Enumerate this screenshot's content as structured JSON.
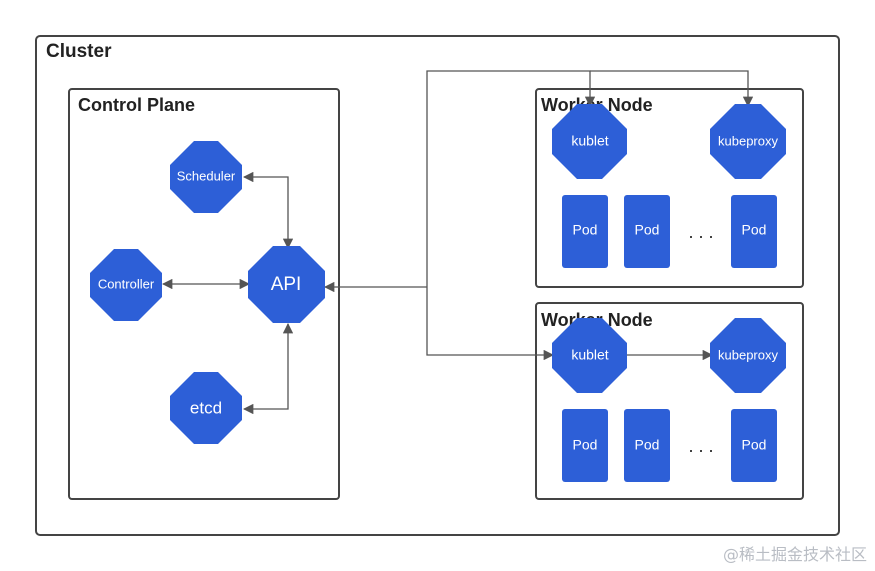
{
  "cluster": {
    "title": "Cluster"
  },
  "control_plane": {
    "title": "Control Plane",
    "scheduler": "Scheduler",
    "controller": "Controller",
    "api": "API",
    "etcd": "etcd"
  },
  "worker_nodes": [
    {
      "title": "Worker Node",
      "kublet": "kublet",
      "kubeproxy": "kubeproxy",
      "pods": [
        "Pod",
        "Pod",
        "Pod"
      ],
      "ellipsis": ". . ."
    },
    {
      "title": "Worker Node",
      "kublet": "kublet",
      "kubeproxy": "kubeproxy",
      "pods": [
        "Pod",
        "Pod",
        "Pod"
      ],
      "ellipsis": ". . ."
    }
  ],
  "colors": {
    "node_fill": "#2d5fd7",
    "border": "#444444",
    "arrow": "#555555"
  },
  "watermark": "@稀土掘金技术社区"
}
